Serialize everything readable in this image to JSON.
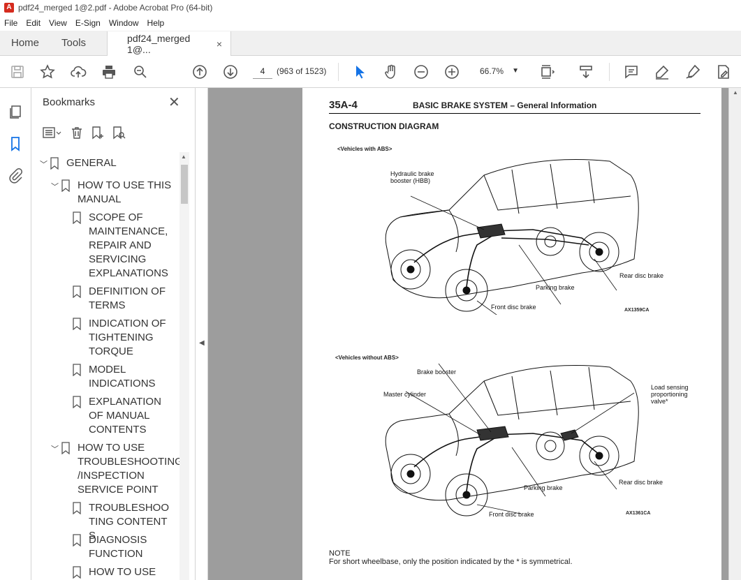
{
  "window": {
    "title": "pdf24_merged 1@2.pdf - Adobe Acrobat Pro (64-bit)"
  },
  "menu": [
    "File",
    "Edit",
    "View",
    "E-Sign",
    "Window",
    "Help"
  ],
  "tabs": {
    "home": "Home",
    "tools": "Tools",
    "document": "pdf24_merged 1@...",
    "close": "×"
  },
  "toolbar": {
    "page_number": "4",
    "page_count": "(963 of 1523)",
    "zoom": "66.7%"
  },
  "bookmarks": {
    "title": "Bookmarks",
    "items": [
      {
        "label": "GENERAL",
        "level": 0,
        "expanded": true
      },
      {
        "label": "HOW TO USE THIS MANUAL",
        "level": 1,
        "expanded": true
      },
      {
        "label": "SCOPE OF MAINTENANCE, REPAIR AND SERVICING EXPLANATIONS",
        "level": 2
      },
      {
        "label": "DEFINITION OF TERMS",
        "level": 2
      },
      {
        "label": "INDICATION OF TIGHTENING TORQUE",
        "level": 2
      },
      {
        "label": "MODEL INDICATIONS",
        "level": 2
      },
      {
        "label": "EXPLANATION OF MANUAL CONTENTS",
        "level": 2
      },
      {
        "label": "HOW TO USE TROUBLESHOOTING /INSPECTION SERVICE POINT",
        "level": 1,
        "expanded": true
      },
      {
        "label": "TROUBLESHOOTING CONTENTS",
        "level": 2
      },
      {
        "label": "DIAGNOSIS FUNCTION",
        "level": 2
      },
      {
        "label": "HOW TO USE",
        "level": 2
      }
    ]
  },
  "document": {
    "page_code": "35A-4",
    "header": "BASIC BRAKE SYSTEM – General Information",
    "section": "CONSTRUCTION DIAGRAM",
    "diagram1": {
      "caption": "<Vehicles with ABS>",
      "labels": {
        "hbb": "Hydraulic brake booster (HBB)",
        "rear": "Rear disc brake",
        "parking": "Parking brake",
        "front": "Front disc brake"
      },
      "code": "AX1359CA"
    },
    "diagram2": {
      "caption": "<Vehicles without ABS>",
      "labels": {
        "booster": "Brake booster",
        "master": "Master cylinder",
        "valve": "Load sensing proportioning valve*",
        "rear": "Rear disc brake",
        "parking": "Parking brake",
        "front": "Front disc brake"
      },
      "code": "AX1361CA"
    },
    "note_title": "NOTE",
    "note_text": "For short wheelbase, only the position indicated by the * is symmetrical."
  }
}
